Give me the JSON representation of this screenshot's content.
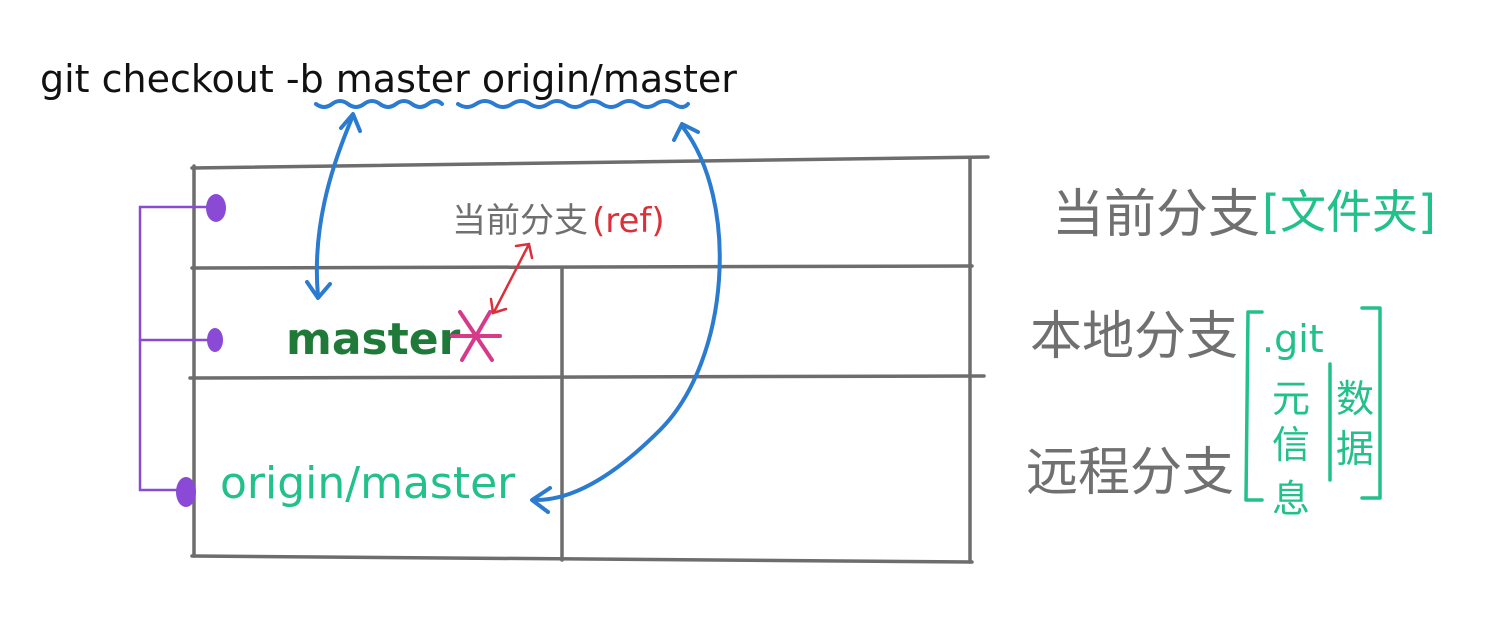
{
  "command": {
    "text": "git checkout -b master origin/master"
  },
  "table": {
    "current_branch_label": "当前分支",
    "ref_label": "(ref)",
    "local_branch_name": "master",
    "remote_branch_name": "origin/master",
    "head_marker": "*"
  },
  "side_labels": {
    "current_branch": "当前分支",
    "current_branch_note": "[文件夹]",
    "local_branch": "本地分支",
    "remote_branch": "远程分支"
  },
  "git_note": {
    "dot_git": ".git",
    "meta_col": [
      "元",
      "信",
      "息"
    ],
    "data_col": [
      "数",
      "据"
    ]
  },
  "colors": {
    "blue": "#2b7bd0",
    "red": "#d9303a",
    "purple": "#8a4ad6",
    "green": "#22c08a",
    "dark_green": "#1f7a3a",
    "grey": "#6d6d6d"
  }
}
